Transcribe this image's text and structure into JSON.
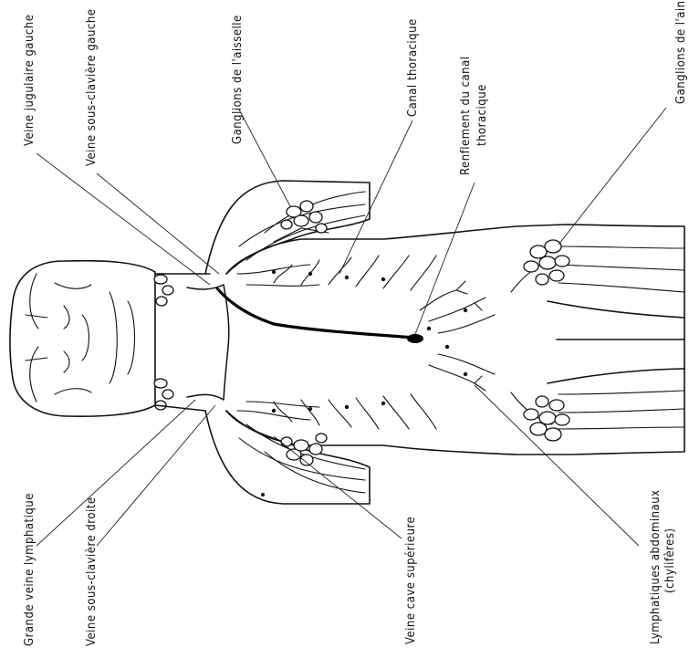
{
  "labels": {
    "veine_jugulaire_gauche": "Veine jugulaire gauche",
    "veine_sous_claviere_gauche": "Veine sous-clavière gauche",
    "ganglions_aisselle": "Ganglions de l'aisselle",
    "canal_thoracique": "Canal thoracique",
    "renflement_line1": "Renflement du canal",
    "renflement_line2": "thoracique",
    "ganglions_aine": "Ganglions de l'aine",
    "grande_veine_lymphatique": "Grande veine lymphatique",
    "veine_sous_claviere_droite": "Veine sous-clavière droite",
    "veine_cave_superieure": "Veine cave supérieure",
    "lymphatiques_line1": "Lymphatiques abdominaux",
    "lymphatiques_line2": "(chylifères)"
  }
}
